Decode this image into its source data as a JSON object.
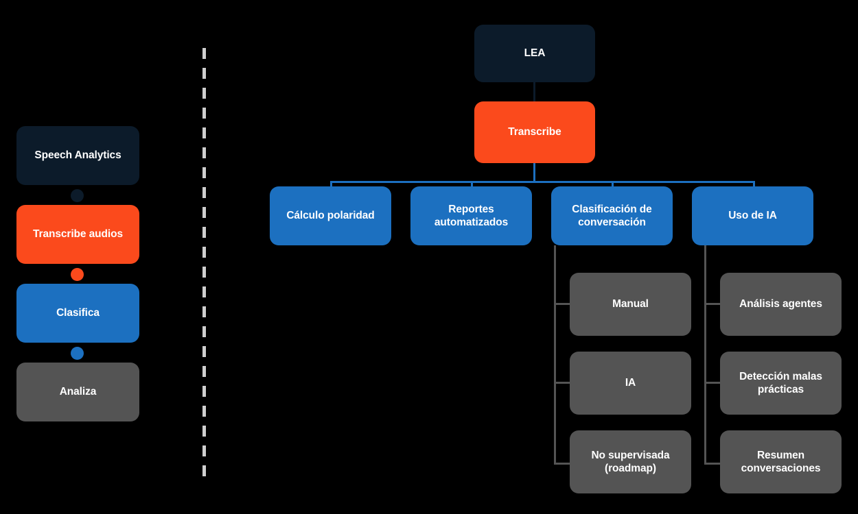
{
  "page": {
    "title": "Speech Analytics - LEA flow diagram",
    "background": "#000000"
  },
  "colors": {
    "navy": "#0c1b2a",
    "orange": "#fb4a1c",
    "blue": "#1c70c0",
    "gray": "#545454",
    "divider": "#cfcfcf",
    "text": "#ffffff"
  },
  "legend": {
    "items": [
      {
        "label": "Speech Analytics",
        "color": "#0c1b2a",
        "connector_dot": "#0c1b2a"
      },
      {
        "label": "Transcribe audios",
        "color": "#fb4a1c",
        "connector_dot": "#fb4a1c"
      },
      {
        "label": "Clasifica",
        "color": "#1c70c0",
        "connector_dot": "#1c70c0"
      },
      {
        "label": "Analiza",
        "color": "#545454",
        "connector_dot": null
      }
    ]
  },
  "divider": {
    "style": "dashed-vertical",
    "color": "#cfcfcf"
  },
  "tree": {
    "root": {
      "label": "LEA",
      "color": "#0c1b2a"
    },
    "level1": {
      "label": "Transcribe",
      "color": "#fb4a1c"
    },
    "level2": [
      {
        "label": "Cálculo polaridad",
        "color": "#1c70c0"
      },
      {
        "label": "Reportes automatizados",
        "color": "#1c70c0"
      },
      {
        "label": "Clasificación de conversación",
        "color": "#1c70c0"
      },
      {
        "label": "Uso de IA",
        "color": "#1c70c0"
      }
    ],
    "level3": {
      "clasificacion_children": [
        {
          "label": "Manual",
          "color": "#545454"
        },
        {
          "label": "IA",
          "color": "#545454"
        },
        {
          "label": "No supervisada (roadmap)",
          "color": "#545454"
        }
      ],
      "uso_de_ia_children": [
        {
          "label": "Análisis agentes",
          "color": "#545454"
        },
        {
          "label": "Detección malas prácticas",
          "color": "#545454"
        },
        {
          "label": "Resumen conversaciones",
          "color": "#545454"
        }
      ]
    }
  }
}
